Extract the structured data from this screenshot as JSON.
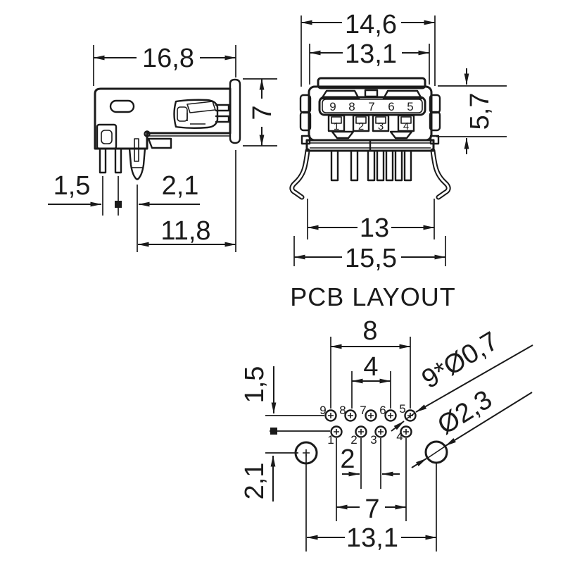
{
  "colors": {
    "ink": "#1a1a1a",
    "background": "#ffffff"
  },
  "side_view": {
    "width": "16,8",
    "height": "7",
    "pin_gap": "1,5",
    "peg_offset": "2,1",
    "depth": "11,8"
  },
  "front_view": {
    "outer_width": "14,6",
    "shell_width": "13,1",
    "height": "5,7",
    "top_pins": [
      "9",
      "8",
      "7",
      "6",
      "5"
    ],
    "bottom_pins": [
      "1",
      "2",
      "3",
      "4"
    ],
    "leg_span": "13",
    "overall_span": "15,5"
  },
  "pcb": {
    "title": "PCB LAYOUT",
    "top_row_span": "8",
    "mid_span": "4",
    "row_gap": "1,5",
    "hole_row_gap": "2,1",
    "pin_pair_gap": "2",
    "bottom_row_span": "7",
    "hole_span": "13,1",
    "pin_hole_label": "9*Ø0,7",
    "mount_hole_label": "Ø2,3",
    "top_pins": [
      "9",
      "8",
      "7",
      "6",
      "5"
    ],
    "bottom_pins": [
      "1",
      "2",
      "3",
      "4"
    ]
  }
}
